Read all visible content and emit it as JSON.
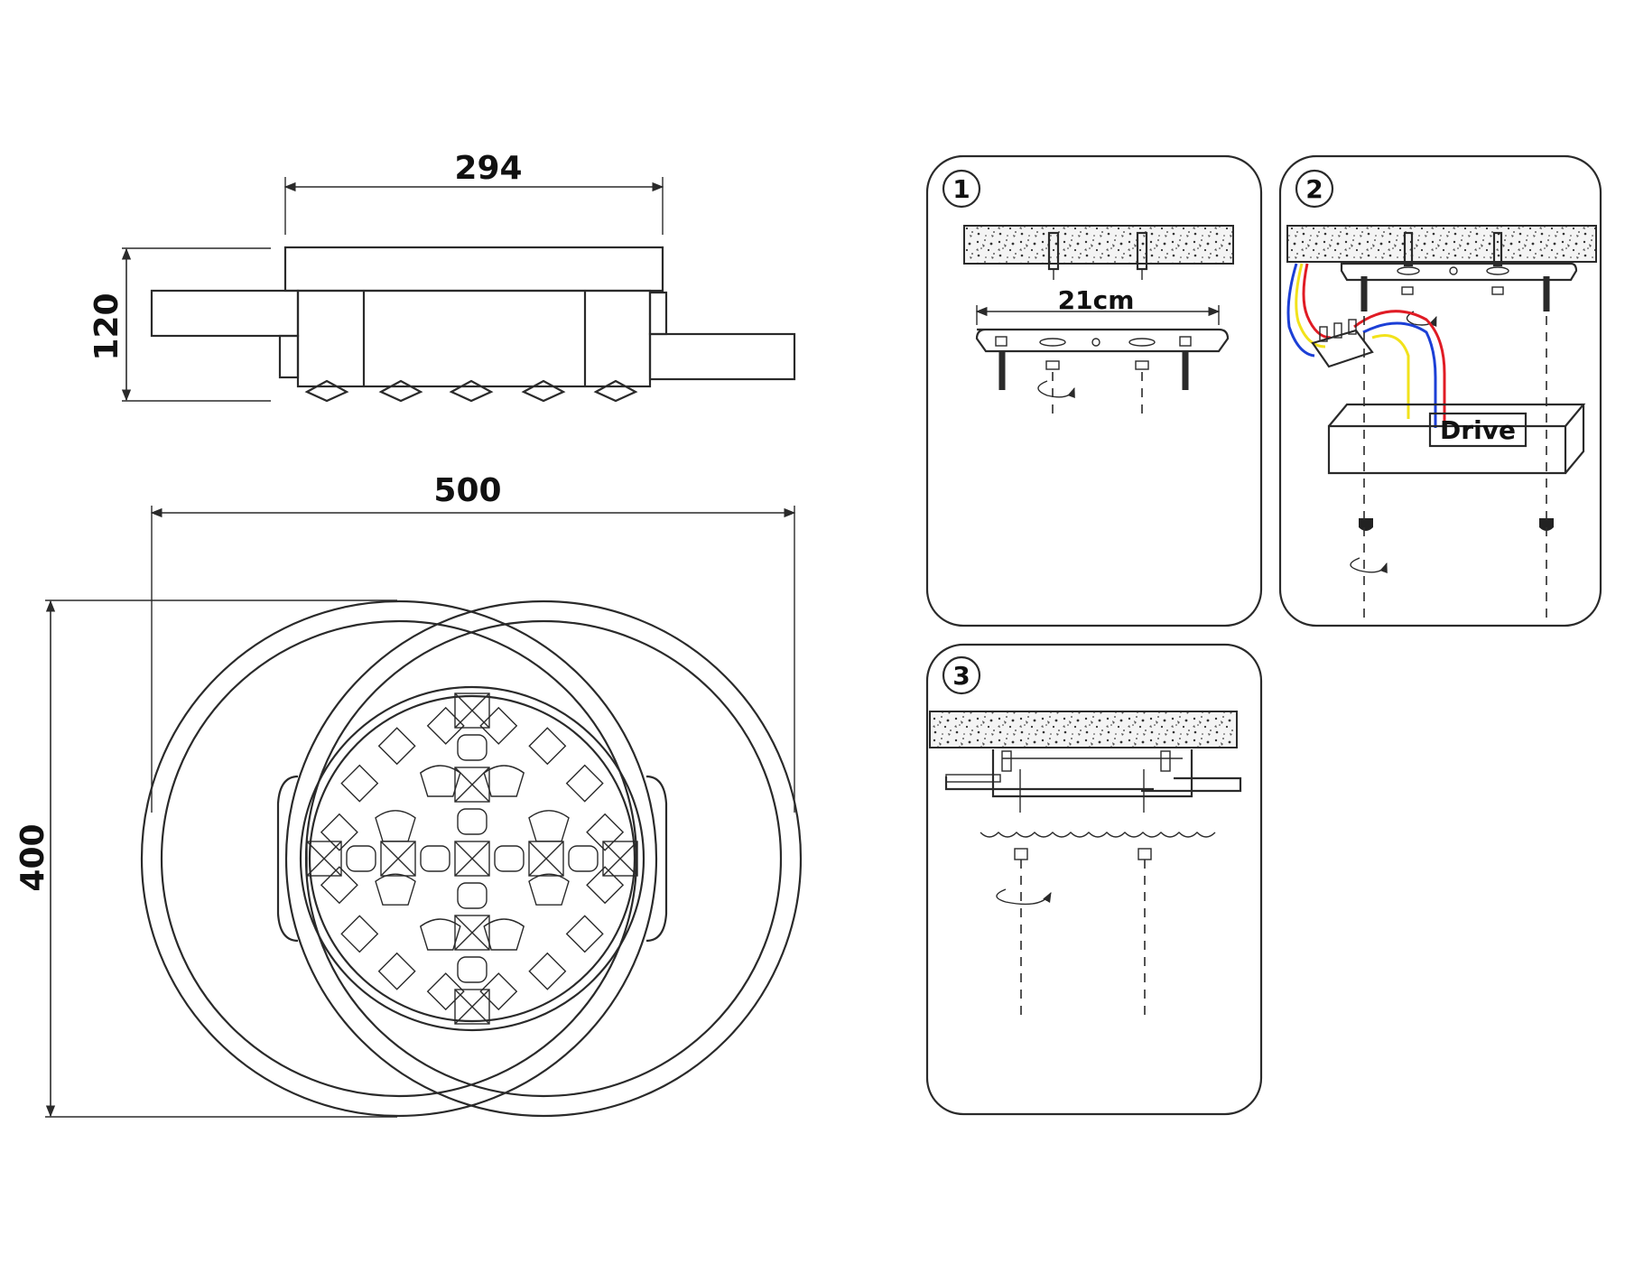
{
  "dimensions": {
    "top_width": "294",
    "height": "120",
    "overall_width": "500",
    "overall_depth": "400"
  },
  "steps": [
    {
      "number": "1",
      "label": "21cm"
    },
    {
      "number": "2",
      "label": "Drive"
    },
    {
      "number": "3",
      "label": ""
    }
  ],
  "colors": {
    "line": "#2a2a2a",
    "wire_red": "#e01b24",
    "wire_blue": "#1c3fd6",
    "wire_yellow": "#f2e21b"
  }
}
